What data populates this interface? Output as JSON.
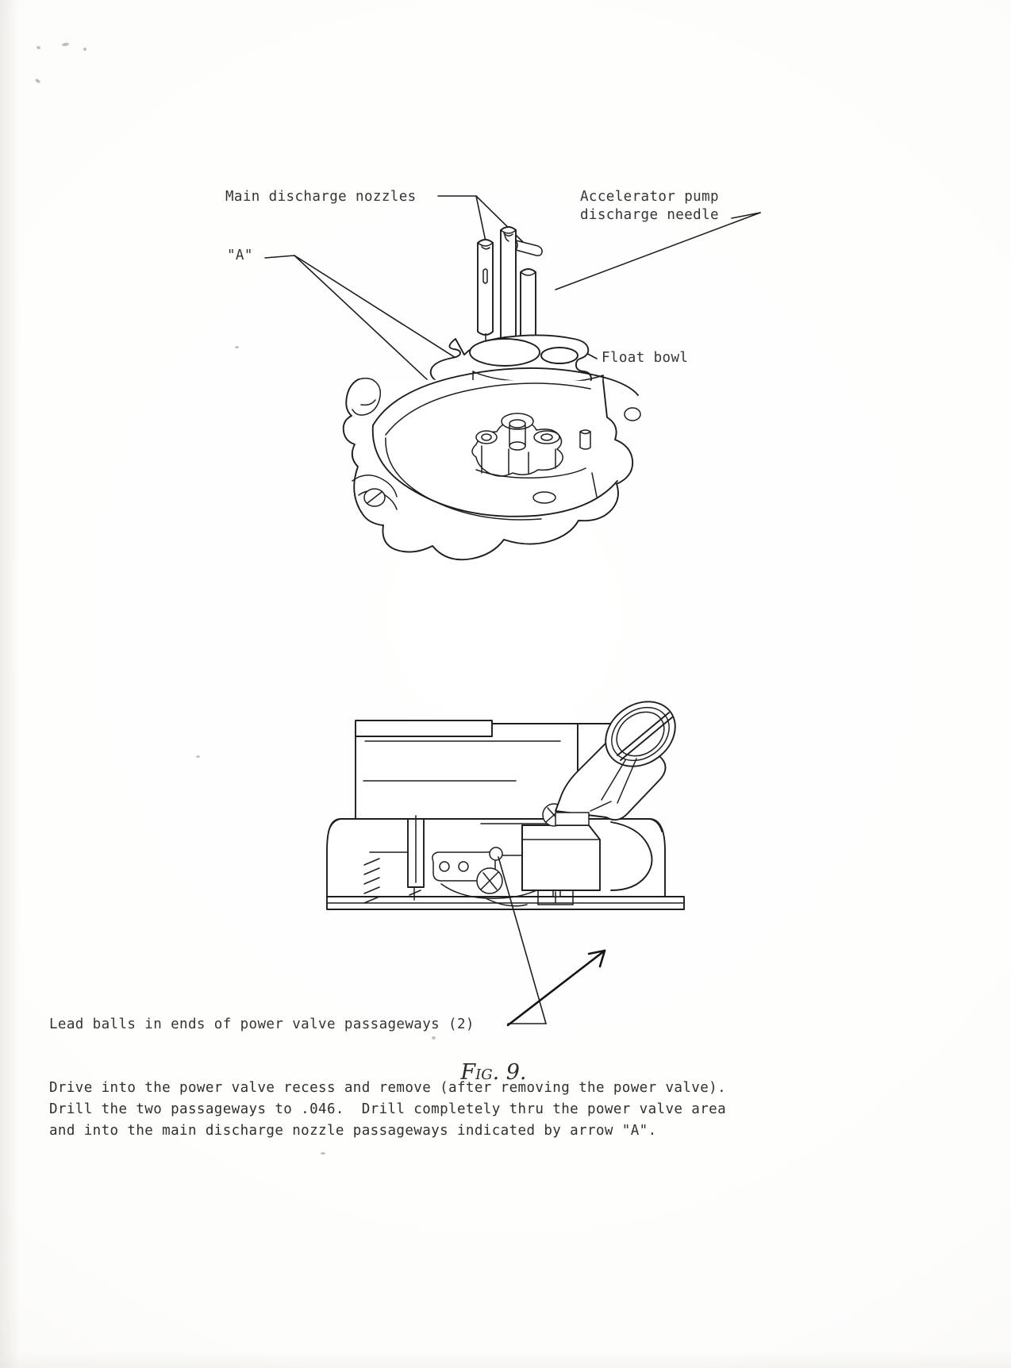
{
  "document": {
    "type": "scanned-technical-service-page",
    "paper_color": "#fdfdfc",
    "ink_color": "#1e1e1e"
  },
  "figure_top": {
    "name": "exploded carburetor air-horn / float bowl view",
    "labels": {
      "main_discharge_nozzles": "Main discharge nozzles",
      "accelerator_pump_line1": "Accelerator pump",
      "accelerator_pump_line2": "discharge needle",
      "arrow_a": "\"A\"",
      "float_bowl": "Float bowl"
    }
  },
  "figure_bottom": {
    "name": "carburetor side section view",
    "labels": {
      "lead_balls": "Lead balls in ends of power valve passageways (2)"
    }
  },
  "figure_number": {
    "prefix": "F",
    "small": "IG",
    "suffix": ". 9."
  },
  "body_text": {
    "lines": [
      "Drive into the power valve recess and remove (after removing the power valve).",
      "Drill the two passageways to .046.  Drill completely thru the power valve area",
      "and into the main discharge nozzle passageways indicated by arrow \"A\"."
    ]
  }
}
